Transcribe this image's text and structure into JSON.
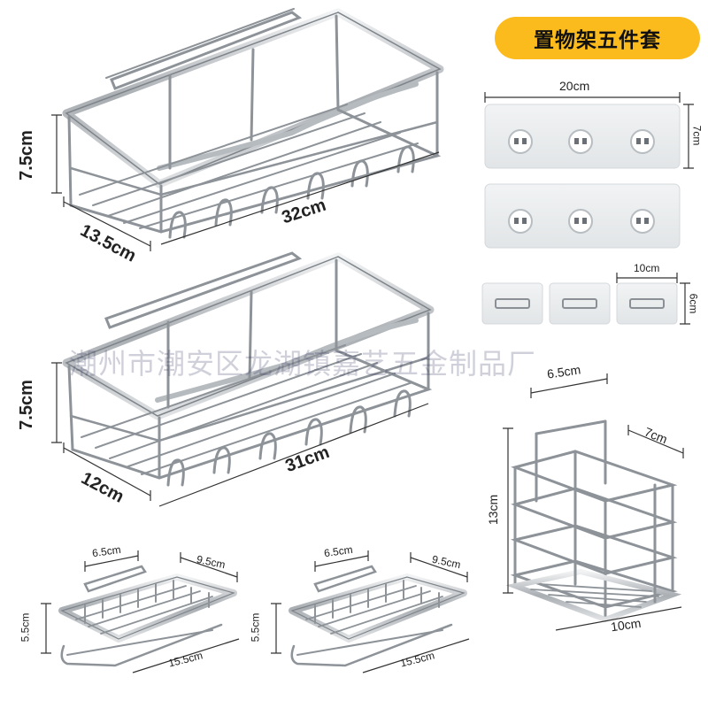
{
  "badge": {
    "title": "置物架五件套",
    "bg_color": "#fbbb1d"
  },
  "watermark": {
    "text": "潮州市潮安区龙湖镇嘉艺五金制品厂"
  },
  "products": {
    "basket_large": {
      "height": "7.5cm",
      "width": "32cm",
      "depth": "13.5cm"
    },
    "basket_medium": {
      "height": "7.5cm",
      "width": "31cm",
      "depth": "12cm"
    },
    "soap_dish_left": {
      "top_width": "6.5cm",
      "depth": "9.5cm",
      "height": "5.5cm",
      "length": "15.5cm"
    },
    "soap_dish_right": {
      "top_width": "6.5cm",
      "depth": "9.5cm",
      "height": "5.5cm",
      "length": "15.5cm"
    },
    "tall_caddy": {
      "width": "6.5cm",
      "depth": "7cm",
      "height": "13cm",
      "base_width": "10cm"
    }
  },
  "adhesive_pads": {
    "large": {
      "width": "20cm",
      "height": "7cm"
    },
    "small": {
      "width": "10cm",
      "height": "6cm"
    }
  },
  "colors": {
    "steel": "#9aa0a6",
    "steel_dark": "#6e747a",
    "pad": "#e9ecee",
    "dim_line": "#333333"
  }
}
